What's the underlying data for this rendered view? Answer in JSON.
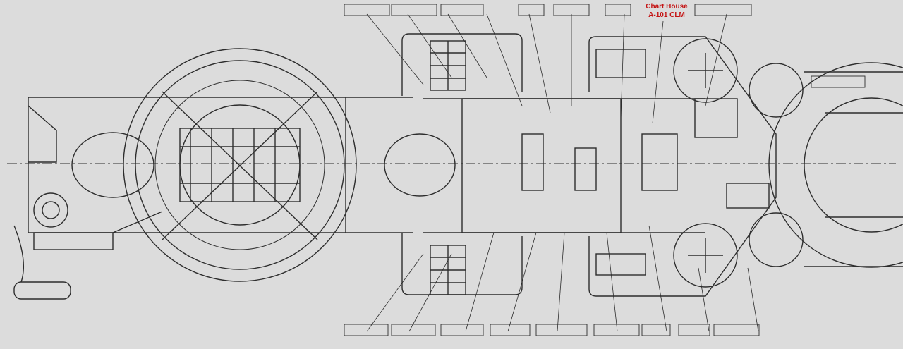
{
  "document": {
    "type": "deck-plan-drawing",
    "highlight": {
      "line1": "Chart House",
      "line2": "A-101 CLM",
      "color": "#c41414"
    },
    "background_color": "#dcdcdc",
    "line_color": "#2d2d2d"
  }
}
